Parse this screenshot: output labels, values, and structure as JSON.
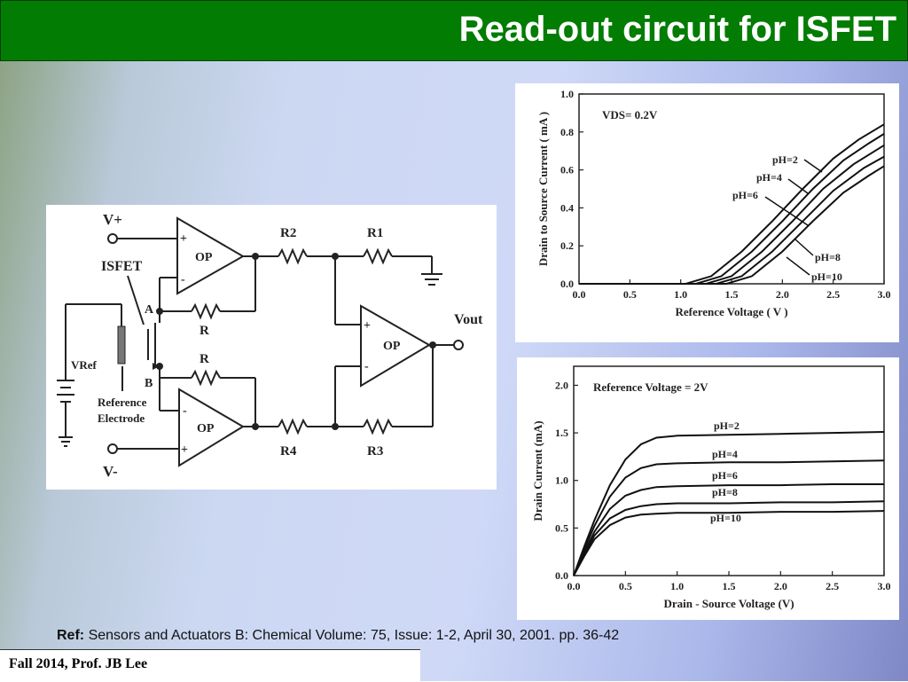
{
  "slide": {
    "title": "Read-out circuit for ISFET",
    "ref_label": "Ref:",
    "ref_text": "Sensors and Actuators B: Chemical Volume: 75, Issue: 1-2, April 30, 2001. pp. 36-42",
    "footer": "Fall 2014, Prof. JB Lee",
    "title_bg_color": "#037c03"
  },
  "circuit": {
    "v_plus": "V+",
    "v_minus": "V-",
    "isfet": "ISFET",
    "node_a": "A",
    "node_b": "B",
    "vref": "VRef",
    "ref_electrode_line1": "Reference",
    "ref_electrode_line2": "Electrode",
    "op_label": "OP",
    "r2": "R2",
    "r1": "R1",
    "r4": "R4",
    "r3": "R3",
    "r_top": "R",
    "r_bottom": "R",
    "vout": "Vout",
    "plus": "+",
    "minus": "-"
  },
  "chart_data": [
    {
      "type": "line",
      "xlabel": "Reference Voltage ( V )",
      "ylabel": "Drain to Source Current ( mA )",
      "annotation": "VDS= 0.2V",
      "xlim": [
        0,
        3.0
      ],
      "ylim": [
        0,
        1.0
      ],
      "xticks": [
        "0.0",
        "0.5",
        "1.0",
        "1.5",
        "2.0",
        "2.5",
        "3.0"
      ],
      "yticks": [
        "0.0",
        "0.2",
        "0.4",
        "0.6",
        "0.8",
        "1.0"
      ],
      "series": [
        {
          "name": "pH=2",
          "x": [
            0,
            1.05,
            1.3,
            1.6,
            1.9,
            2.2,
            2.5,
            2.75,
            3.0
          ],
          "y": [
            0,
            0,
            0.04,
            0.17,
            0.33,
            0.5,
            0.66,
            0.76,
            0.84
          ]
        },
        {
          "name": "pH=4",
          "x": [
            0,
            1.15,
            1.4,
            1.7,
            2.0,
            2.3,
            2.6,
            2.85,
            3.0
          ],
          "y": [
            0,
            0,
            0.04,
            0.17,
            0.33,
            0.5,
            0.65,
            0.74,
            0.79
          ]
        },
        {
          "name": "pH=6",
          "x": [
            0,
            1.25,
            1.5,
            1.8,
            2.1,
            2.4,
            2.7,
            3.0
          ],
          "y": [
            0,
            0,
            0.04,
            0.17,
            0.33,
            0.5,
            0.63,
            0.73
          ]
        },
        {
          "name": "pH=8",
          "x": [
            0,
            1.35,
            1.6,
            1.9,
            2.2,
            2.5,
            2.8,
            3.0
          ],
          "y": [
            0,
            0,
            0.04,
            0.17,
            0.33,
            0.49,
            0.61,
            0.67
          ]
        },
        {
          "name": "pH=10",
          "x": [
            0,
            1.45,
            1.7,
            2.0,
            2.3,
            2.6,
            2.85,
            3.0
          ],
          "y": [
            0,
            0,
            0.04,
            0.17,
            0.33,
            0.48,
            0.57,
            0.62
          ]
        }
      ]
    },
    {
      "type": "line",
      "xlabel": "Drain - Source Voltage (V)",
      "ylabel": "Drain Current (mA)",
      "annotation": "Reference Voltage = 2V",
      "xlim": [
        0,
        3.0
      ],
      "ylim": [
        0,
        2.2
      ],
      "xticks": [
        "0.0",
        "0.5",
        "1.0",
        "1.5",
        "2.0",
        "2.5",
        "3.0"
      ],
      "yticks": [
        "0.0",
        "0.5",
        "1.0",
        "1.5",
        "2.0"
      ],
      "series": [
        {
          "name": "pH=2",
          "x": [
            0,
            0.1,
            0.2,
            0.35,
            0.5,
            0.65,
            0.8,
            1.0,
            1.5,
            2.0,
            2.5,
            3.0
          ],
          "y": [
            0,
            0.3,
            0.58,
            0.95,
            1.22,
            1.38,
            1.45,
            1.47,
            1.48,
            1.49,
            1.5,
            1.51
          ]
        },
        {
          "name": "pH=4",
          "x": [
            0,
            0.1,
            0.2,
            0.35,
            0.5,
            0.65,
            0.8,
            1.0,
            1.5,
            2.0,
            2.5,
            3.0
          ],
          "y": [
            0,
            0.27,
            0.52,
            0.83,
            1.03,
            1.13,
            1.17,
            1.18,
            1.19,
            1.19,
            1.2,
            1.21
          ]
        },
        {
          "name": "pH=6",
          "x": [
            0,
            0.1,
            0.2,
            0.35,
            0.5,
            0.65,
            0.8,
            1.0,
            1.5,
            2.0,
            2.5,
            3.0
          ],
          "y": [
            0,
            0.24,
            0.46,
            0.7,
            0.84,
            0.9,
            0.93,
            0.94,
            0.95,
            0.95,
            0.96,
            0.96
          ]
        },
        {
          "name": "pH=8",
          "x": [
            0,
            0.1,
            0.2,
            0.35,
            0.5,
            0.65,
            0.8,
            1.0,
            1.5,
            2.0,
            2.5,
            3.0
          ],
          "y": [
            0,
            0.22,
            0.42,
            0.6,
            0.69,
            0.73,
            0.75,
            0.76,
            0.76,
            0.77,
            0.77,
            0.78
          ]
        },
        {
          "name": "pH=10",
          "x": [
            0,
            0.1,
            0.2,
            0.35,
            0.5,
            0.65,
            0.8,
            1.0,
            1.5,
            2.0,
            2.5,
            3.0
          ],
          "y": [
            0,
            0.2,
            0.38,
            0.53,
            0.61,
            0.64,
            0.65,
            0.66,
            0.66,
            0.67,
            0.67,
            0.68
          ]
        }
      ]
    }
  ]
}
